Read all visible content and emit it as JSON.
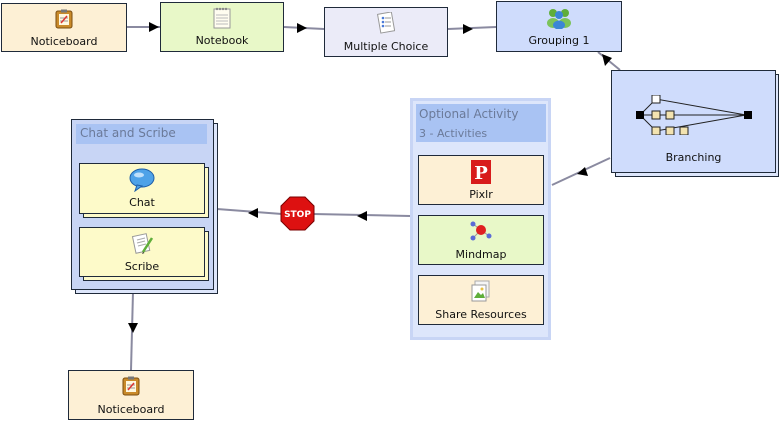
{
  "activities": {
    "noticeboard_top": "Noticeboard",
    "notebook": "Notebook",
    "multiple_choice": "Multiple Choice",
    "grouping": "Grouping 1",
    "branching": "Branching",
    "noticeboard_bottom": "Noticeboard"
  },
  "chat_scribe": {
    "title": "Chat and Scribe",
    "chat": "Chat",
    "scribe": "Scribe"
  },
  "optional": {
    "title": "Optional Activity",
    "subtitle": "3 - Activities",
    "pixlr": "Pixlr",
    "mindmap": "Mindmap",
    "share": "Share Resources"
  },
  "stop": {
    "label": "STOP"
  },
  "colors": {
    "noticeboard": "#fdf0d5",
    "notebook": "#e8f8c8",
    "multiple_choice": "#ebebf8",
    "grouping": "#cfdcfc",
    "panel": "#dde6fb",
    "chat_panel_bg": "#c8d5f5",
    "chat_inner": "#fdfac9",
    "stop": "#dd1111",
    "connector": "#8a8aa0"
  }
}
